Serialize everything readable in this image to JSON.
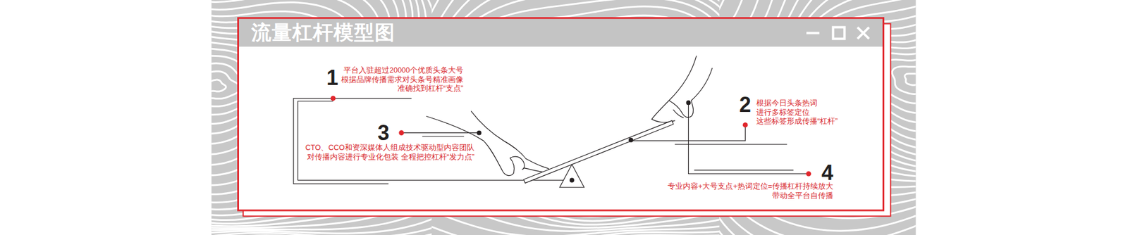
{
  "diagram": {
    "title": "流量杠杆模型图",
    "labels": [
      "1",
      "平台入驻超过20000个优质头条大号 根据品牌传播需求对头条号精准画像 准确找到杠杆“支点”",
      "2",
      "根据今日头条热词 进行多标签定位 这些标签形成传播“杠杆”",
      "3",
      "CTO、CCO和资深媒体人组成技术驱动型内容团队 对传播内容进行专业化包装 全程把控杠杆“发力点”",
      "4",
      "专业内容+大号支点+热词定位=传播杠杆持续放大 带动全平台自传播"
    ]
  }
}
